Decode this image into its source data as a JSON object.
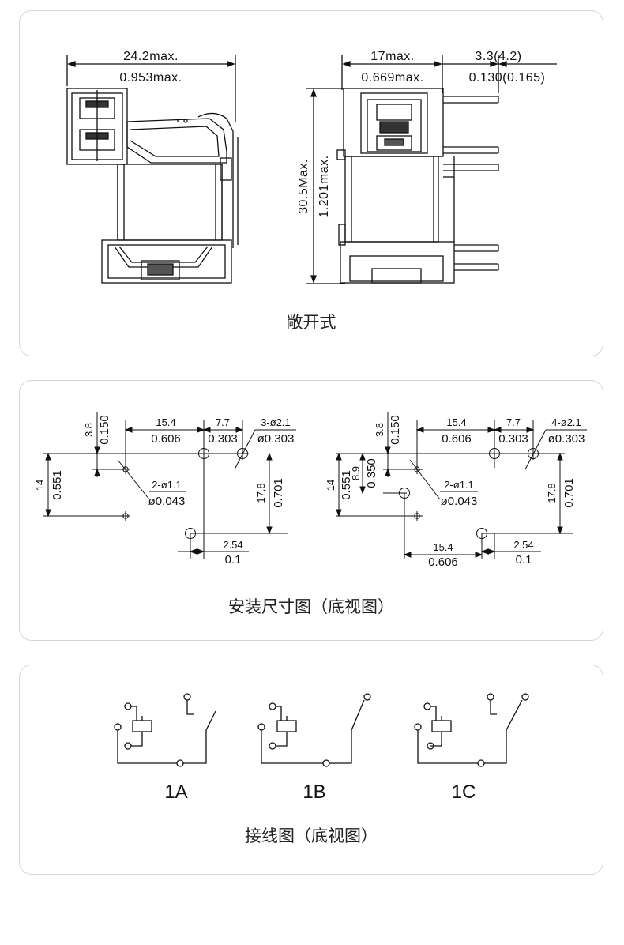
{
  "outline": {
    "width_mm": "24.2max.",
    "width_in": "0.953max.",
    "depth_mm": "17max.",
    "depth_in": "0.669max.",
    "pin_mm": "3.3(4.2)",
    "pin_in": "0.130(0.165)",
    "height_mm": "30.5Max.",
    "height_in": "1.201max.",
    "caption": "敞开式"
  },
  "mounting": {
    "left": {
      "top_small_mm": "3.8",
      "top_small_in": "0.150",
      "span1_mm": "15.4",
      "span1_in": "0.606",
      "span2_mm": "7.7",
      "span2_in": "0.303",
      "hole_mm": "3-ø2.1",
      "hole_in": "ø0.303",
      "side_mm": "14",
      "side_in": "0.551",
      "coil_hole_mm": "2-ø1.1",
      "coil_hole_in": "ø0.043",
      "right_mm": "17.8",
      "right_in": "0.701",
      "bottom_mm": "2.54",
      "bottom_in": "0.1"
    },
    "right": {
      "top_small_mm": "3.8",
      "top_small_in": "0.150",
      "span1_mm": "15.4",
      "span1_in": "0.606",
      "span2_mm": "7.7",
      "span2_in": "0.303",
      "hole_mm": "4-ø2.1",
      "hole_in": "ø0.303",
      "side_mm": "14",
      "side_in": "0.551",
      "mid_mm": "8.9",
      "mid_in": "0.350",
      "coil_hole_mm": "2-ø1.1",
      "coil_hole_in": "ø0.043",
      "right_mm": "17.8",
      "right_in": "0.701",
      "bottom_span_mm": "15.4",
      "bottom_span_in": "0.606",
      "bottom_mm": "2.54",
      "bottom_in": "0.1"
    },
    "caption": "安装尺寸图（底视图）"
  },
  "wiring": {
    "labels": [
      "1A",
      "1B",
      "1C"
    ],
    "caption": "接线图（底视图）"
  }
}
